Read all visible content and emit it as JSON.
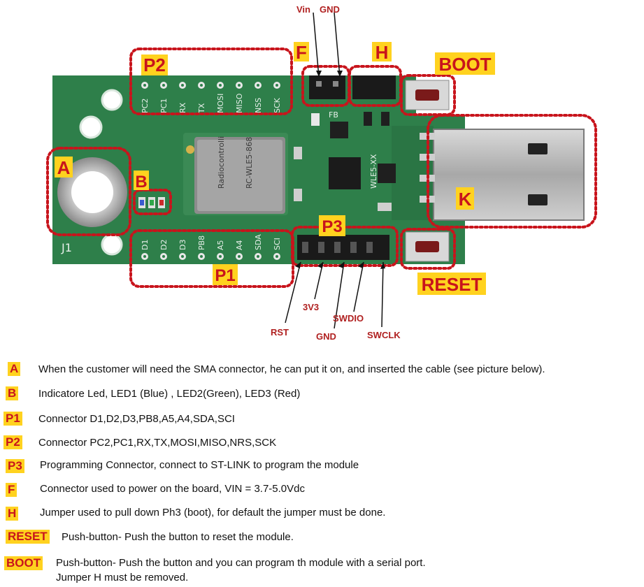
{
  "labels": {
    "P2": "P2",
    "F": "F",
    "H": "H",
    "BOOT": "BOOT",
    "A": "A",
    "B": "B",
    "K": "K",
    "P3": "P3",
    "P1": "P1",
    "RESET": "RESET"
  },
  "pins_top": [
    "Vin",
    "GND"
  ],
  "pins_bottom": [
    "RST",
    "3V3",
    "GND",
    "SWDIO",
    "SWCLK"
  ],
  "silk": {
    "p2": [
      "PC2",
      "PC1",
      "RX",
      "TX",
      "MOSI",
      "MISO",
      "NSS",
      "SCK"
    ],
    "p1": [
      "D1",
      "D2",
      "D3",
      "PB8",
      "A5",
      "A4",
      "SDA",
      "SCI"
    ],
    "module_brand": "Radiocontrolli",
    "module_model": "RC-WLE5-868",
    "j1": "J1",
    "fb": "FB",
    "side": "WLE5-XX"
  },
  "legend": [
    {
      "key": "A",
      "text": "When the customer will need the SMA connector, he can put it on, and inserted the cable (see picture below)."
    },
    {
      "key": "B",
      "text": "Indicatore Led, LED1 (Blue) , LED2(Green), LED3 (Red)"
    },
    {
      "key": "P1",
      "text": "Connector D1,D2,D3,PB8,A5,A4,SDA,SCI"
    },
    {
      "key": "P2",
      "text": "Connector PC2,PC1,RX,TX,MOSI,MISO,NRS,SCK"
    },
    {
      "key": "P3",
      "text": "Programming Connector, connect to ST-LINK to program the module"
    },
    {
      "key": "F",
      "text": "Connector used to power on the board, VIN = 3.7-5.0Vdc"
    },
    {
      "key": "H",
      "text": "Jumper used to pull down Ph3 (boot), for default the jumper must be done."
    },
    {
      "key": "RESET",
      "text": "Push-button- Push the button to reset the module."
    },
    {
      "key": "BOOT",
      "text": "Push-button- Push the button and you can program th module with a serial port.",
      "text2": "Jumper H must be removed."
    }
  ],
  "colors": {
    "board": "#2e7f4a",
    "label_bg": "#ffd21f",
    "label_fg": "#c8141c",
    "outline": "#c8141c"
  }
}
